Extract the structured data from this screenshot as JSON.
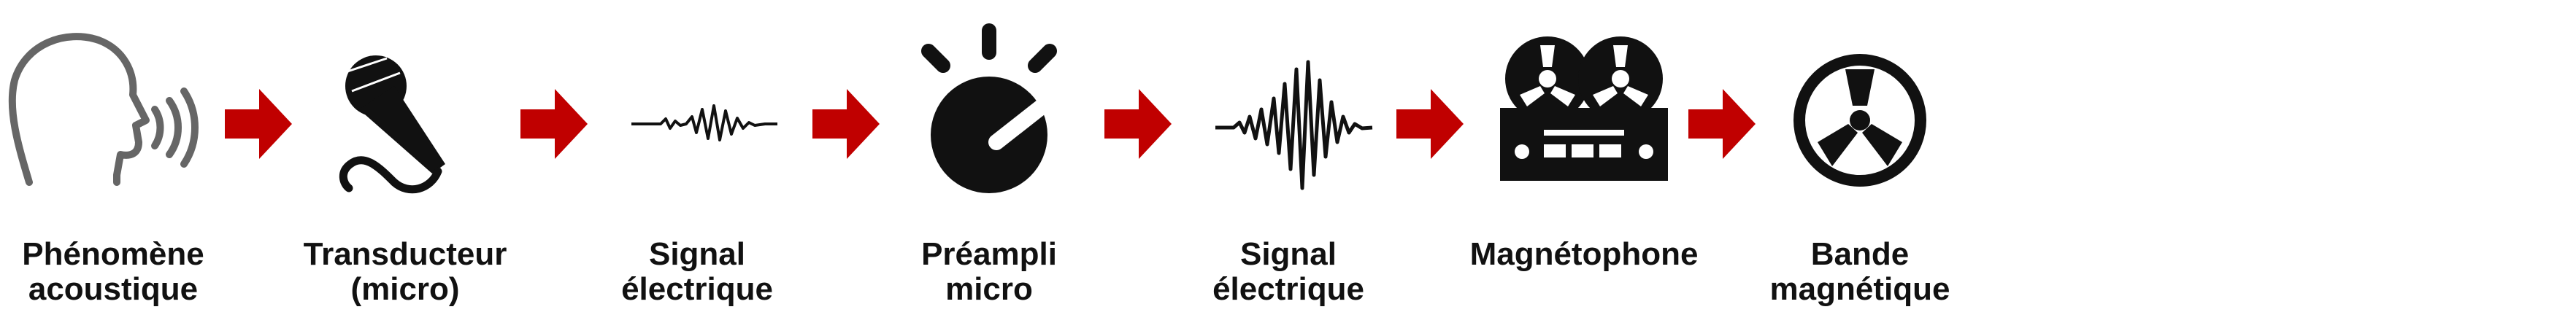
{
  "colors": {
    "arrow": "#c00000",
    "icon": "#111111",
    "outline": "#666666"
  },
  "steps": [
    {
      "icon": "speaking-head-icon",
      "lines": [
        "Phénomène",
        "acoustique"
      ]
    },
    {
      "icon": "microphone-icon",
      "lines": [
        "Transducteur",
        "(micro)"
      ]
    },
    {
      "icon": "small-waveform-icon",
      "lines": [
        "Signal",
        "électrique"
      ]
    },
    {
      "icon": "preamp-knob-icon",
      "lines": [
        "Préampli",
        "micro"
      ]
    },
    {
      "icon": "large-waveform-icon",
      "lines": [
        "Signal",
        "électrique"
      ]
    },
    {
      "icon": "tape-recorder-icon",
      "lines": [
        "Magnétophone"
      ]
    },
    {
      "icon": "tape-reel-icon",
      "lines": [
        "Bande",
        "magnétique"
      ]
    }
  ],
  "arrows": 6
}
